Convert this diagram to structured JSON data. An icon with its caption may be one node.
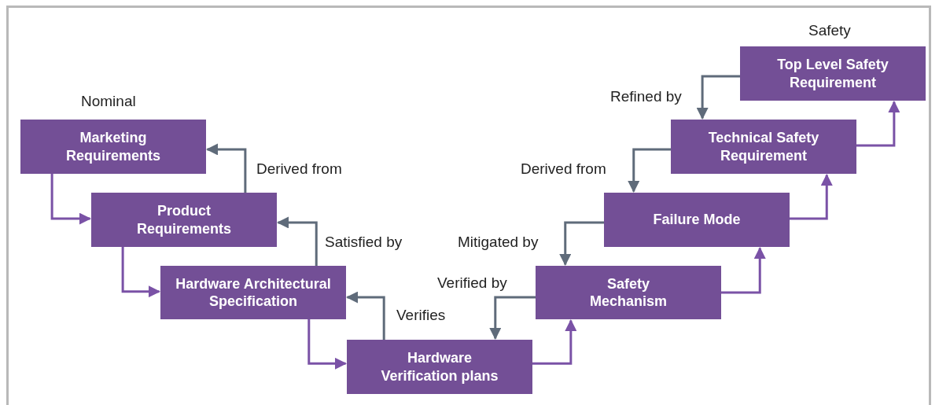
{
  "diagram": {
    "nodes": [
      {
        "text": [
          "Marketing Requirements"
        ],
        "beside": [
          "Nominal"
        ]
      },
      {
        "text": [
          "Product Requirements"
        ]
      },
      {
        "text": [
          "Hardware Architectural Specification"
        ]
      },
      {
        "text": [
          "Hardware Verification plans"
        ]
      },
      {
        "text": [
          "Safety Mechanism"
        ]
      },
      {
        "text": [
          "Failure Mode"
        ]
      },
      {
        "text": [
          "Technical Safety Requirement"
        ]
      },
      {
        "text": [
          "Top Level Safety Requirement"
        ],
        "beside": [
          "Safety"
        ]
      }
    ],
    "edges": [
      {
        "from": 0,
        "to": 1,
        "arrow": "to"
      },
      {
        "from": 1,
        "to": 2,
        "arrow": "to"
      },
      {
        "from": 2,
        "to": 3,
        "arrow": "to"
      },
      {
        "from": 3,
        "to": 4,
        "arrow": "to"
      },
      {
        "from": 4,
        "to": 5,
        "arrow": "to"
      },
      {
        "from": 5,
        "to": 6,
        "arrow": "to"
      },
      {
        "from": 6,
        "to": 7,
        "arrow": "to"
      },
      {
        "from": 1,
        "to": 0,
        "arrow": "to",
        "label": "Derived from",
        "color": "#5f6b7a"
      },
      {
        "from": 2,
        "to": 1,
        "arrow": "to",
        "label": "Satisfied by",
        "color": "#5f6b7a"
      },
      {
        "from": 3,
        "to": 2,
        "arrow": "to",
        "label": "Verifies",
        "color": "#5f6b7a"
      },
      {
        "from": 4,
        "to": 3,
        "arrow": "to",
        "label": "Verified by",
        "color": "#5f6b7a"
      },
      {
        "from": 5,
        "to": 4,
        "arrow": "to",
        "label": "Mitigated by",
        "color": "#5f6b7a"
      },
      {
        "from": 6,
        "to": 5,
        "arrow": "to",
        "label": "Derived from",
        "color": "#5f6b7a"
      },
      {
        "from": 7,
        "to": 6,
        "arrow": "to",
        "label": "Refined by",
        "color": "#5f6b7a"
      }
    ]
  }
}
